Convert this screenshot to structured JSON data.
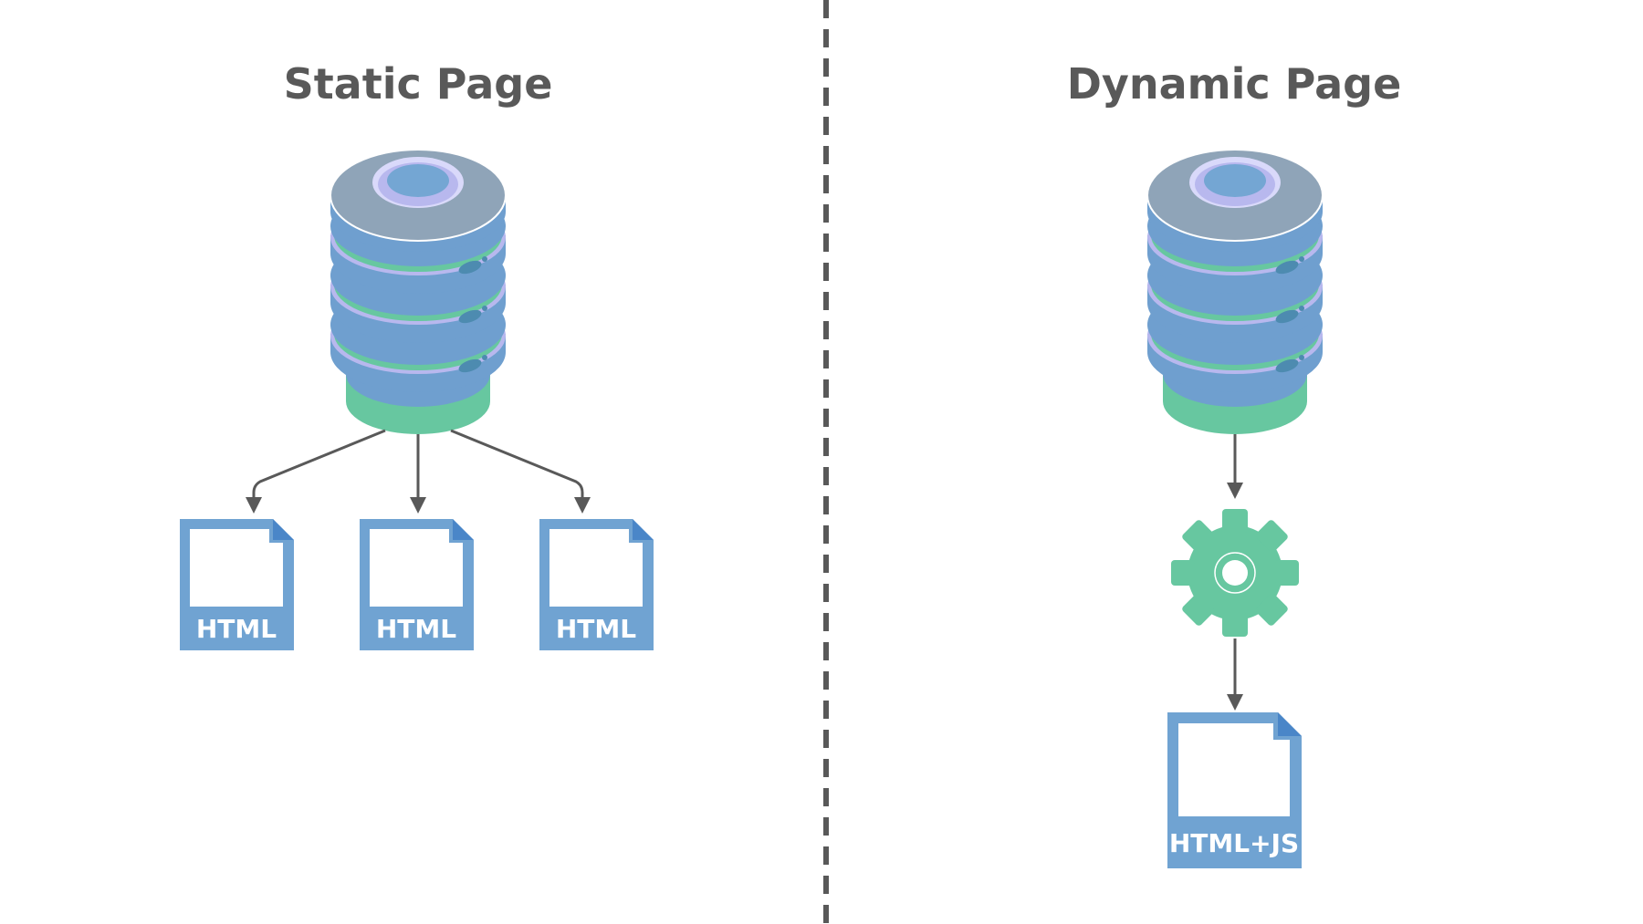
{
  "static_panel": {
    "title": "Static Page",
    "files": [
      {
        "label": "HTML"
      },
      {
        "label": "HTML"
      },
      {
        "label": "HTML"
      }
    ]
  },
  "dynamic_panel": {
    "title": "Dynamic Page",
    "file": {
      "label": "HTML+JS"
    }
  },
  "colors": {
    "title_text": "#595959",
    "divider": "#595959",
    "arrow": "#595959",
    "db_top": "#8fa4b8",
    "db_blue": "#6f9fcf",
    "db_green": "#67c7a0",
    "db_lavender": "#b8b8ee",
    "db_light_ring": "#d9d9fa",
    "db_hole": "#74a6d3",
    "file_blue": "#70a3d2",
    "file_fold": "#4a86c8",
    "gear_green": "#67c7a0"
  },
  "icons": [
    "database-icon",
    "html-file-icon",
    "gear-icon",
    "arrow-down-icon"
  ]
}
